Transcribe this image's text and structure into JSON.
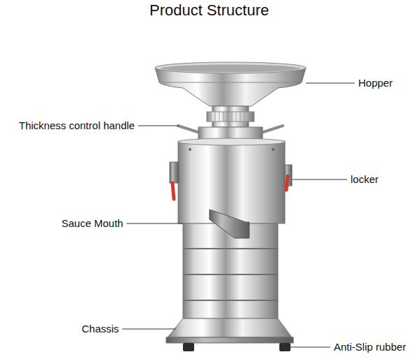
{
  "diagram": {
    "title": "Product Structure",
    "labels": [
      "Hopper",
      "Thickness control handle",
      "locker",
      "Sauce Mouth",
      "Chassis",
      "Anti-Slip rubber"
    ]
  }
}
